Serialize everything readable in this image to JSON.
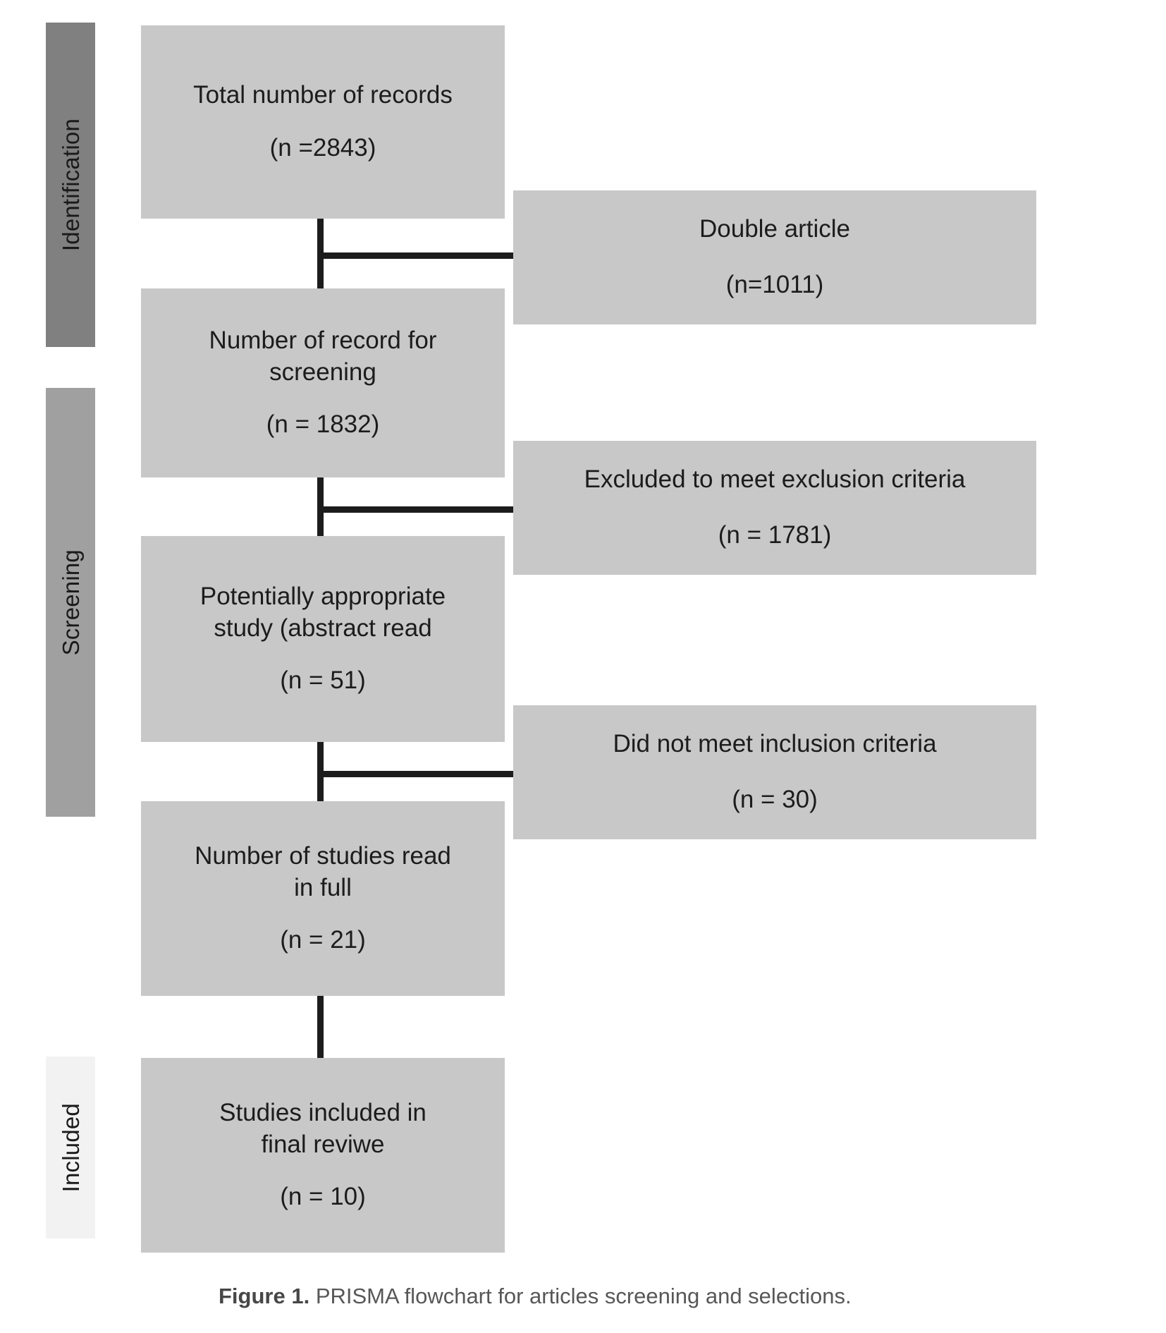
{
  "figure": {
    "caption_bold": "Figure 1.",
    "caption_text": " PRISMA flowchart for articles screening and selections."
  },
  "colors": {
    "box_fill": "#c8c8c8",
    "stage_identification_fill": "#808080",
    "stage_screening_fill": "#a0a0a0",
    "stage_included_fill": "#f2f2f2",
    "connector": "#1c1c1c",
    "text": "#1c1c1c",
    "caption_text": "#575757",
    "background": "#ffffff"
  },
  "stages": [
    {
      "id": "identification",
      "label": "Identification"
    },
    {
      "id": "screening",
      "label": "Screening"
    },
    {
      "id": "included",
      "label": "Included"
    }
  ],
  "flow": {
    "main_nodes": [
      {
        "id": "total-records",
        "title": "Total number of records",
        "count": "(n =2843)"
      },
      {
        "id": "records-for-screening",
        "title_line1": "Number of record for",
        "title_line2": "screening",
        "count": "(n = 1832)"
      },
      {
        "id": "potentially-appropriate",
        "title_line1": "Potentially appropriate",
        "title_line2": "study (abstract read",
        "count": "(n = 51)"
      },
      {
        "id": "studies-read-full",
        "title_line1": "Number of studies read",
        "title_line2": "in full",
        "count": "(n = 21)"
      },
      {
        "id": "studies-included",
        "title_line1": "Studies included in",
        "title_line2": "final reviwe",
        "count": "(n = 10)"
      }
    ],
    "side_nodes": [
      {
        "id": "double-article",
        "title": "Double article",
        "count": "(n=1011)"
      },
      {
        "id": "excluded-exclusion-criteria",
        "title": "Excluded to meet exclusion criteria",
        "count": "(n = 1781)"
      },
      {
        "id": "not-meet-inclusion-criteria",
        "title": "Did not meet inclusion criteria",
        "count": "(n = 30)"
      }
    ]
  },
  "chart_data": {
    "type": "diagram",
    "title": "PRISMA flowchart for articles screening and selections",
    "stages": [
      "Identification",
      "Screening",
      "Included"
    ],
    "nodes": [
      {
        "label": "Total number of records",
        "n": 2843,
        "stage": "Identification"
      },
      {
        "label": "Double article",
        "n": 1011,
        "stage": "Identification",
        "kind": "excluded"
      },
      {
        "label": "Number of record for screening",
        "n": 1832,
        "stage": "Screening"
      },
      {
        "label": "Excluded to meet exclusion criteria",
        "n": 1781,
        "stage": "Screening",
        "kind": "excluded"
      },
      {
        "label": "Potentially appropriate study (abstract read",
        "n": 51,
        "stage": "Screening"
      },
      {
        "label": "Did not meet inclusion criteria",
        "n": 30,
        "stage": "Screening",
        "kind": "excluded"
      },
      {
        "label": "Number of studies read in full",
        "n": 21,
        "stage": "Screening"
      },
      {
        "label": "Studies included in final reviwe",
        "n": 10,
        "stage": "Included"
      }
    ],
    "edges": [
      {
        "from": "Total number of records",
        "to": "Double article"
      },
      {
        "from": "Total number of records",
        "to": "Number of record for screening"
      },
      {
        "from": "Number of record for screening",
        "to": "Excluded to meet exclusion criteria"
      },
      {
        "from": "Number of record for screening",
        "to": "Potentially appropriate study (abstract read"
      },
      {
        "from": "Potentially appropriate study (abstract read",
        "to": "Did not meet inclusion criteria"
      },
      {
        "from": "Potentially appropriate study (abstract read",
        "to": "Number of studies read in full"
      },
      {
        "from": "Number of studies read in full",
        "to": "Studies included in final reviwe"
      }
    ]
  }
}
